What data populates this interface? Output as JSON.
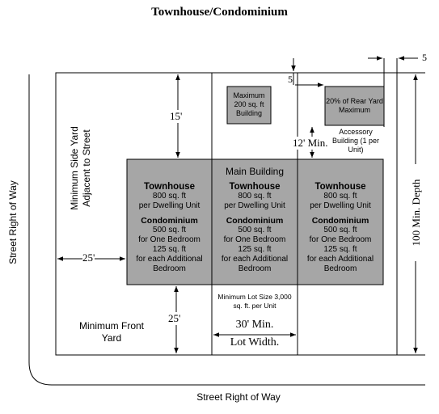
{
  "title": "Townhouse/Condominium",
  "labels": {
    "street_row_left": "Street Right of Way",
    "street_row_bottom": "Street Right of Way",
    "min_side_yard": "Minimum Side Yard Adjacent to Street",
    "min_front_yard": "Minimum Front Yard",
    "main_building": "Main Building",
    "accessory_building": "Accessory Building (1 per Unit)",
    "min_lot_size": "Minimum Lot Size 3,000 sq. ft. per Unit",
    "max_200": "Maximum 200 sq. ft Building",
    "rear_yard_max": "20% of Rear Yard Maximum"
  },
  "dimensions": {
    "d_15": "15'",
    "d_5_top": "5",
    "d_5_right": "5",
    "d_12": "12' Min.",
    "d_25_side": "25'",
    "d_25_front": "25'",
    "d_30": "30' Min.",
    "lot_width": "Lot Width.",
    "min_depth": "100 Min. Depth"
  },
  "units": [
    {
      "th_title": "Townhouse",
      "th_area": "800 sq. ft",
      "th_per": "per Dwelling Unit",
      "co_title": "Condominium",
      "co_area": "500 sq. ft",
      "co_one": "for One Bedroom",
      "co_add": "125 sq. ft",
      "co_each": "for each Additional",
      "co_bed": "Bedroom"
    },
    {
      "th_title": "Townhouse",
      "th_area": "800 sq. ft",
      "th_per": "per Dwelling Unit",
      "co_title": "Condominium",
      "co_area": "500 sq. ft",
      "co_one": "for One Bedroom",
      "co_add": "125 sq. ft",
      "co_each": "for each Additional",
      "co_bed": "Bedroom"
    },
    {
      "th_title": "Townhouse",
      "th_area": "800 sq. ft",
      "th_per": "per Dwelling Unit",
      "co_title": "Condominium",
      "co_area": "500 sq. ft",
      "co_one": "for One Bedroom",
      "co_add": "125 sq. ft",
      "co_each": "for each Additional",
      "co_bed": "Bedroom"
    }
  ],
  "colors": {
    "building_fill": "#a6a6a6",
    "line": "#000000"
  }
}
